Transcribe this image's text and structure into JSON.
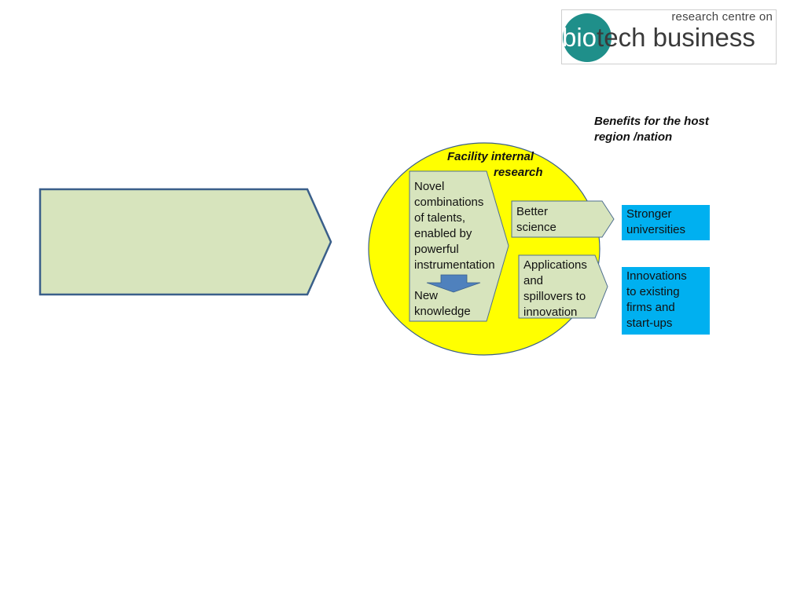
{
  "logo": {
    "tagline": "research centre on",
    "word_bio": "bio",
    "word_rest": "tech business"
  },
  "diagram": {
    "benefits_header_line1": "Benefits for the host",
    "benefits_header_line2": "region /nation",
    "facility_label_line1": "Facility internal",
    "facility_label_line2": "research",
    "novel_lines": [
      "Novel",
      "combinations",
      "of talents,",
      "enabled by",
      "powerful",
      "instrumentation"
    ],
    "new_knowledge_lines": [
      "New",
      "knowledge"
    ],
    "better_science_lines": [
      "Better",
      "science"
    ],
    "applications_lines": [
      "Applications",
      "and",
      "spillovers to",
      "innovation"
    ],
    "stronger_lines": [
      "Stronger",
      "universities"
    ],
    "innovations_lines": [
      "Innovations",
      "to existing",
      "firms and",
      "start-ups"
    ],
    "colors": {
      "circle_fill": "#ffff00",
      "box_fill": "#d7e4bd",
      "box_stroke": "#4f6f8f",
      "outcome_fill": "#00b0f0",
      "arrow_fill": "#4f81bd"
    }
  }
}
